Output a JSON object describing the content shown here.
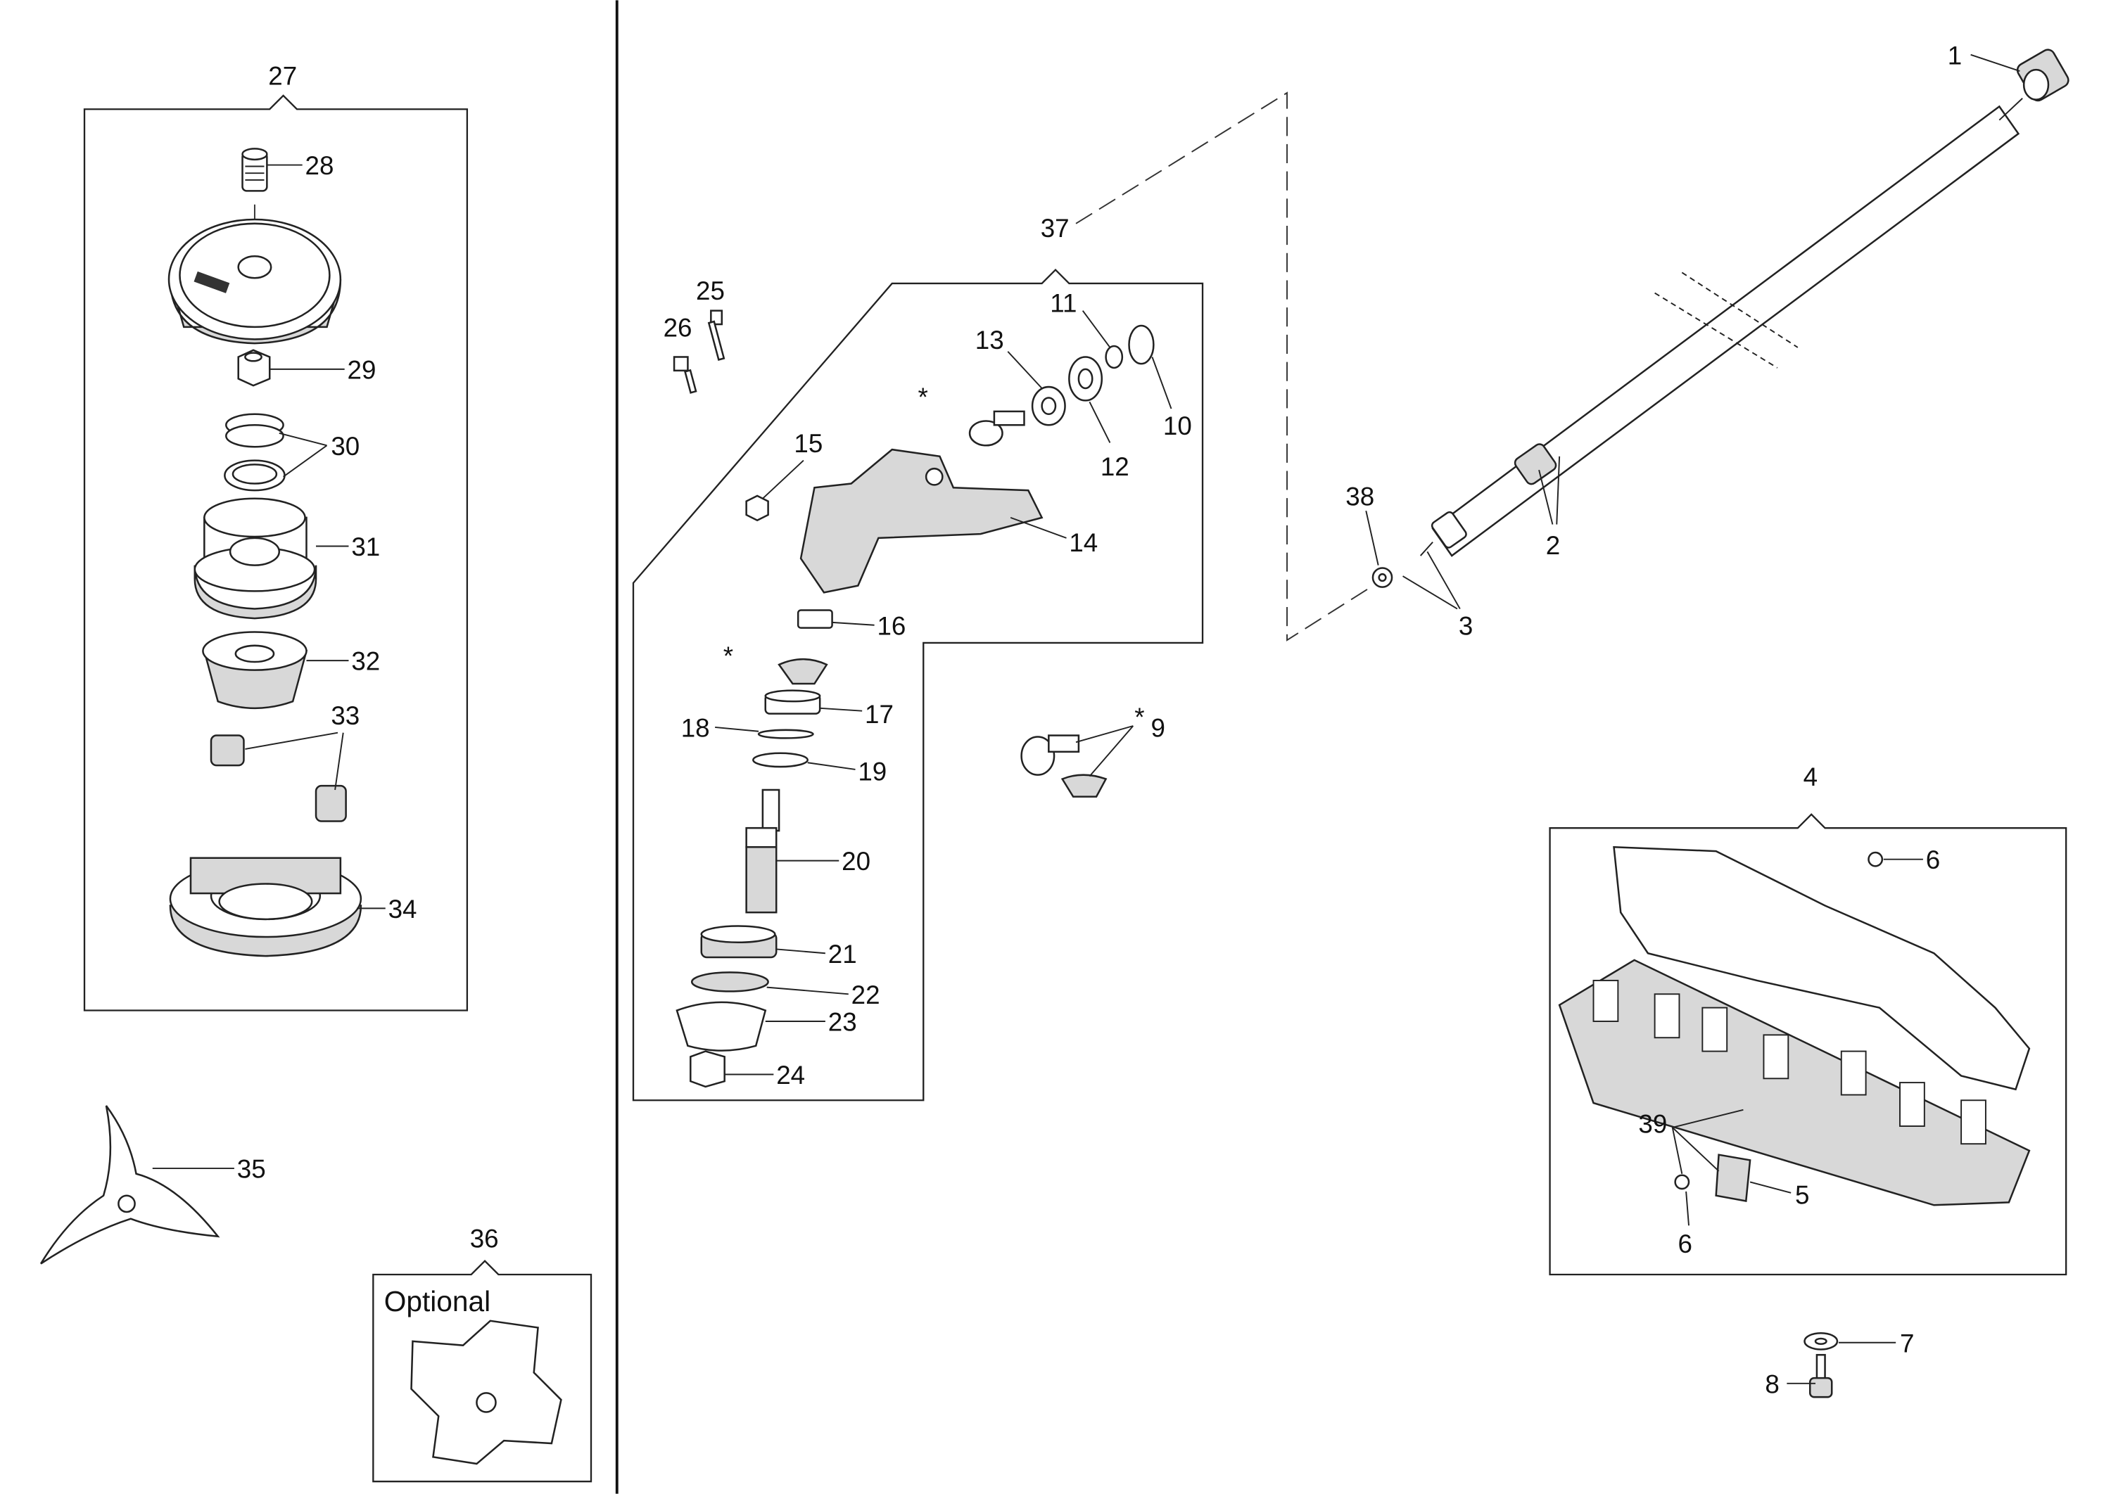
{
  "callouts": {
    "c1": "1",
    "c2": "2",
    "c3": "3",
    "c4": "4",
    "c5": "5",
    "c6a": "6",
    "c6b": "6",
    "c7": "7",
    "c8": "8",
    "c9": "9",
    "c9star": "*",
    "c10": "10",
    "c11": "11",
    "c12": "12",
    "c13": "13",
    "c14": "14",
    "c15": "15",
    "c16": "16",
    "c17": "17",
    "c18": "18",
    "c19": "19",
    "c20": "20",
    "c21": "21",
    "c22": "22",
    "c23": "23",
    "c24": "24",
    "c25": "25",
    "c26": "26",
    "c27": "27",
    "c28": "28",
    "c29": "29",
    "c30": "30",
    "c31": "31",
    "c32": "32",
    "c33": "33",
    "c34": "34",
    "c35": "35",
    "c36": "36",
    "c37": "37",
    "c38": "38",
    "c39": "39",
    "star_a": "*",
    "star_b": "*"
  },
  "optional_label": "Optional"
}
